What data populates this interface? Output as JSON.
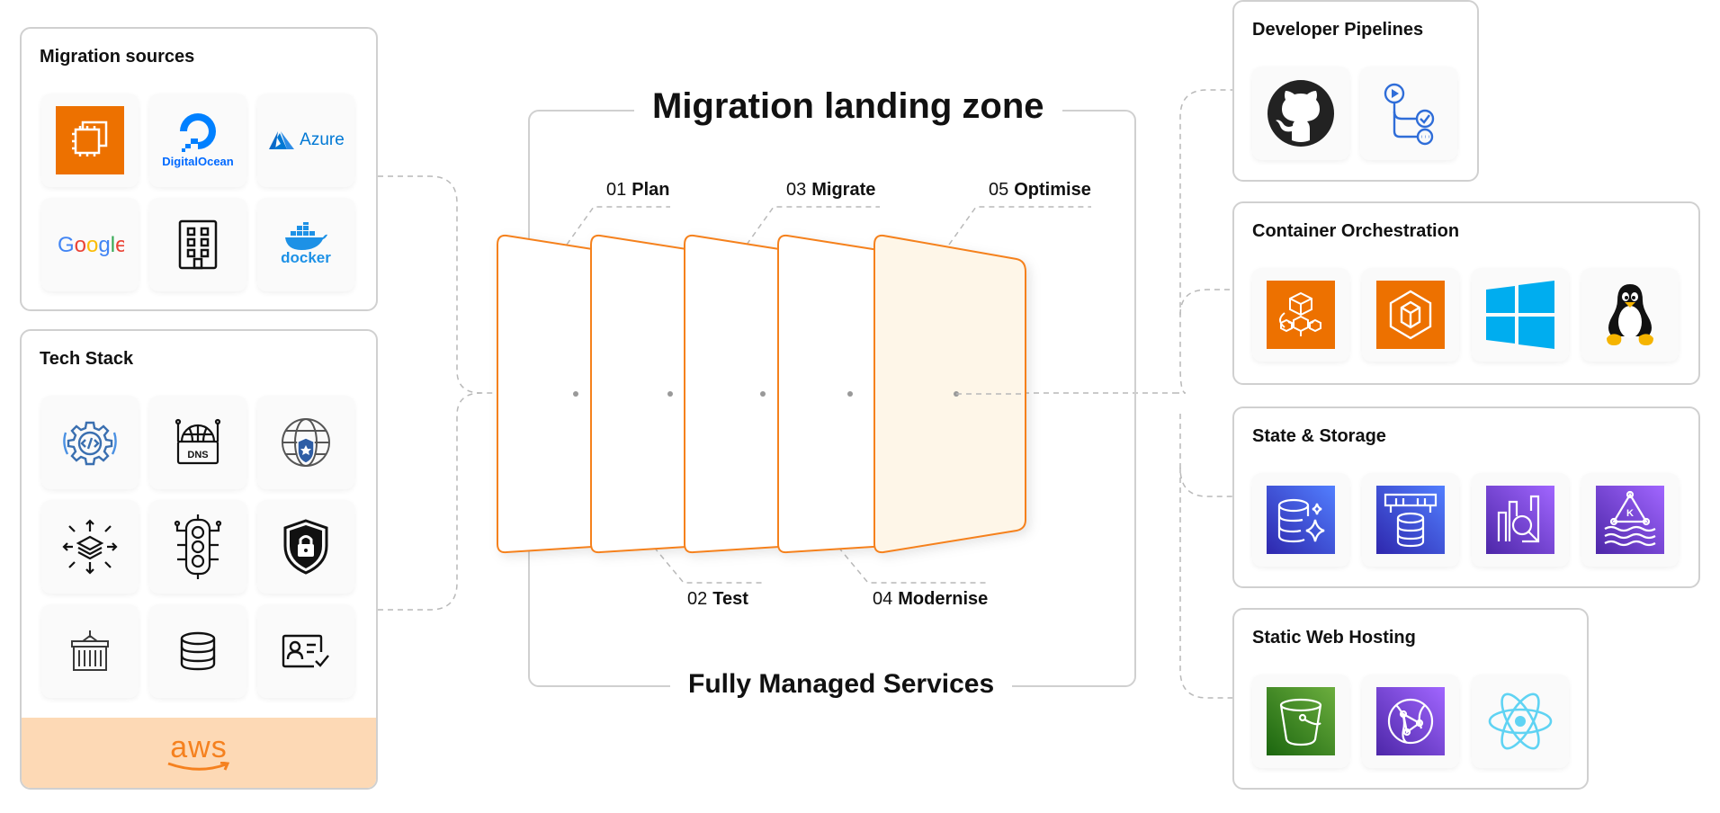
{
  "center": {
    "title": "Migration landing zone",
    "footer": "Fully Managed Services",
    "steps": [
      {
        "num": "01",
        "label": "Plan"
      },
      {
        "num": "02",
        "label": "Test"
      },
      {
        "num": "03",
        "label": "Migrate"
      },
      {
        "num": "04",
        "label": "Modernise"
      },
      {
        "num": "05",
        "label": "Optimise"
      }
    ]
  },
  "left": {
    "migration_sources": {
      "title": "Migration sources",
      "tiles": [
        {
          "icon": "aws-ec2-icon",
          "label": ""
        },
        {
          "icon": "digitalocean-logo",
          "label": "DigitalOcean"
        },
        {
          "icon": "azure-logo",
          "label": "Azure"
        },
        {
          "icon": "google-logo",
          "label": "Google"
        },
        {
          "icon": "building-icon",
          "label": ""
        },
        {
          "icon": "docker-logo",
          "label": "docker"
        }
      ]
    },
    "tech_stack": {
      "title": "Tech Stack",
      "tiles": [
        {
          "icon": "code-gear-icon"
        },
        {
          "icon": "dns-globe-icon",
          "label": "DNS"
        },
        {
          "icon": "globe-shield-icon"
        },
        {
          "icon": "layers-arrows-icon"
        },
        {
          "icon": "traffic-light-icon"
        },
        {
          "icon": "shield-lock-icon"
        },
        {
          "icon": "container-icon"
        },
        {
          "icon": "database-icon"
        },
        {
          "icon": "id-card-check-icon"
        }
      ],
      "footer_brand": "aws"
    }
  },
  "right": {
    "developer_pipelines": {
      "title": "Developer Pipelines",
      "tiles": [
        {
          "icon": "github-icon"
        },
        {
          "icon": "pipeline-icon"
        }
      ]
    },
    "container_orchestration": {
      "title": "Container Orchestration",
      "tiles": [
        {
          "icon": "aws-fargate-icon"
        },
        {
          "icon": "aws-ecs-icon"
        },
        {
          "icon": "windows-icon"
        },
        {
          "icon": "linux-tux-icon"
        }
      ]
    },
    "state_storage": {
      "title": "State & Storage",
      "tiles": [
        {
          "icon": "aws-aurora-icon"
        },
        {
          "icon": "aws-rds-icon"
        },
        {
          "icon": "aws-opensearch-icon"
        },
        {
          "icon": "aws-kinesis-icon"
        }
      ]
    },
    "static_web_hosting": {
      "title": "Static Web Hosting",
      "tiles": [
        {
          "icon": "aws-s3-bucket-icon"
        },
        {
          "icon": "aws-cloudfront-icon"
        },
        {
          "icon": "react-icon"
        }
      ]
    }
  },
  "colors": {
    "orange": "#f5811f",
    "aws_orange": "#ed7100",
    "aws_blue": "#3b48cc",
    "aws_purple": "#8c4fff",
    "aws_green": "#3f8624",
    "panel_border": "#d0d0d0",
    "connector": "#b5b5b5",
    "aws_footer_bg": "#fdd9b5"
  }
}
